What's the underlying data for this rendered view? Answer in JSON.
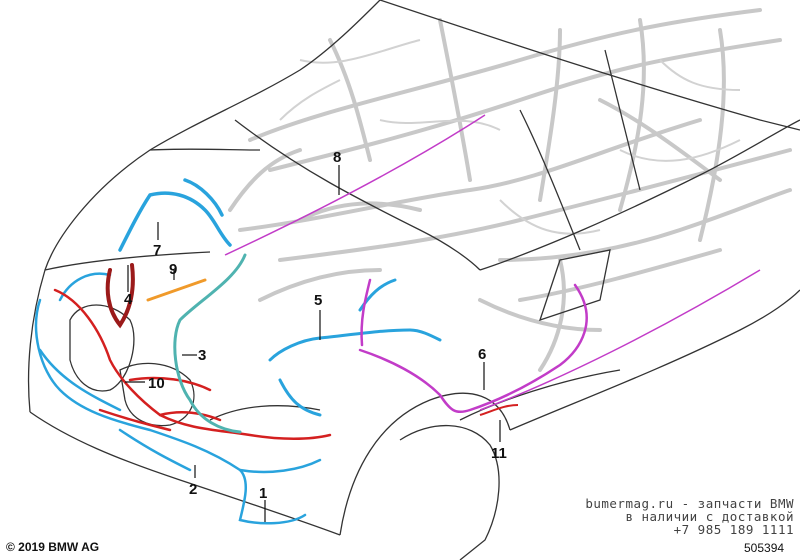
{
  "diagram": {
    "callouts": [
      {
        "id": "c1",
        "label": "1"
      },
      {
        "id": "c2",
        "label": "2"
      },
      {
        "id": "c3",
        "label": "3"
      },
      {
        "id": "c4",
        "label": "4"
      },
      {
        "id": "c5",
        "label": "5"
      },
      {
        "id": "c6",
        "label": "6"
      },
      {
        "id": "c7",
        "label": "7"
      },
      {
        "id": "c8",
        "label": "8"
      },
      {
        "id": "c9",
        "label": "9"
      },
      {
        "id": "c10",
        "label": "10"
      },
      {
        "id": "c11",
        "label": "11"
      }
    ],
    "colors": {
      "body_outline": "#333333",
      "background_harness": "#c8c8c8",
      "harness_blue": "#29a3dd",
      "harness_red": "#d42020",
      "harness_magenta": "#c23cc8",
      "harness_teal": "#4fb3b0",
      "harness_orange": "#f09a2a",
      "harness_darkred": "#9b1a1a"
    }
  },
  "footer": {
    "copyright": "© 2019 BMW AG",
    "part_number": "505394"
  },
  "watermark": {
    "line1": "bumermag.ru - запчасти BMW",
    "line2": "в наличии с доставкой",
    "line3": "+7 985 189 1111"
  }
}
